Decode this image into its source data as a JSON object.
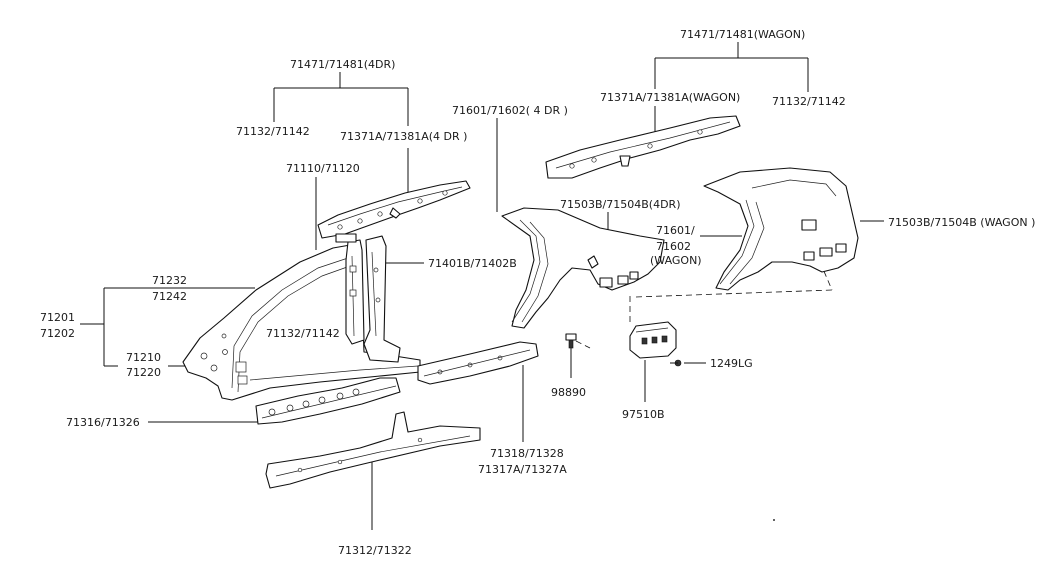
{
  "labels": {
    "l_71471_4dr": "71471/71481(4DR)",
    "l_71132_a": "71132/71142",
    "l_71371_4dr": "71371A/71381A(4 DR )",
    "l_71110": "71110/71120",
    "l_71232": "71232",
    "l_71242": "71242",
    "l_71201": "71201",
    "l_71202": "71202",
    "l_71210": "71210",
    "l_71220": "71220",
    "l_71132_b": "71132/71142",
    "l_71401": "71401B/71402B",
    "l_71316": "71316/71326",
    "l_71312": "71312/71322",
    "l_71318": "71318/71328",
    "l_71317": "71317A/71327A",
    "l_98890": "98890",
    "l_71601_4dr": "71601/71602( 4 DR )",
    "l_71503_4dr": "71503B/71504B(4DR)",
    "l_71471_wagon": "71471/71481(WAGON)",
    "l_71371_wagon": "71371A/71381A(WAGON)",
    "l_71132_c": "71132/71142",
    "l_71601_w1": "71601/",
    "l_71601_w2": "71602",
    "l_71601_w3": "(WAGON)",
    "l_71503_wagon": "71503B/71504B (WAGON )",
    "l_1249lg": "1249LG",
    "l_97510b": "97510B"
  }
}
